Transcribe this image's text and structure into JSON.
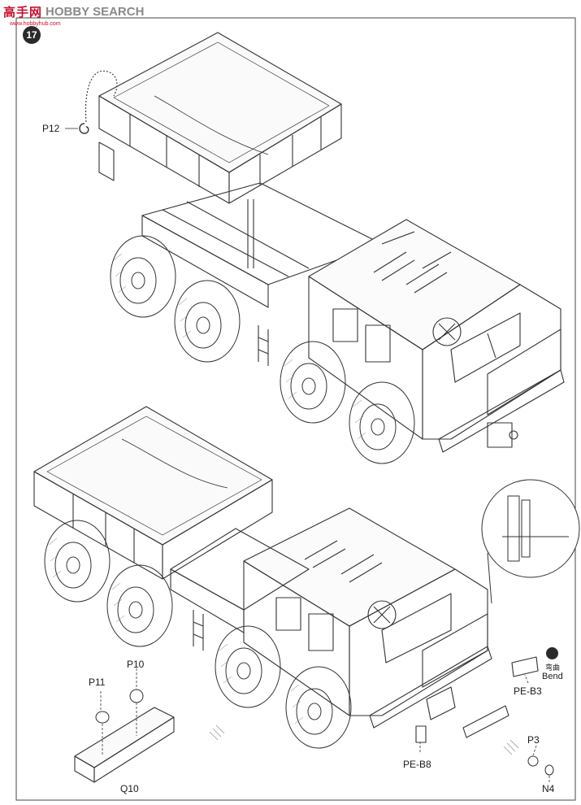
{
  "watermark": {
    "site": "高手网",
    "brand": "HOBBY SEARCH",
    "sub": "www.hobbyhub.com"
  },
  "step_number": "17",
  "callouts": {
    "p12": "P12",
    "p11": "P11",
    "p10": "P10",
    "q10": "Q10",
    "pe_b8": "PE-B8",
    "pe_b3": "PE-B3",
    "p3": "P3",
    "n4": "N4",
    "bend_cn": "弯曲",
    "bend_en": "Bend"
  }
}
